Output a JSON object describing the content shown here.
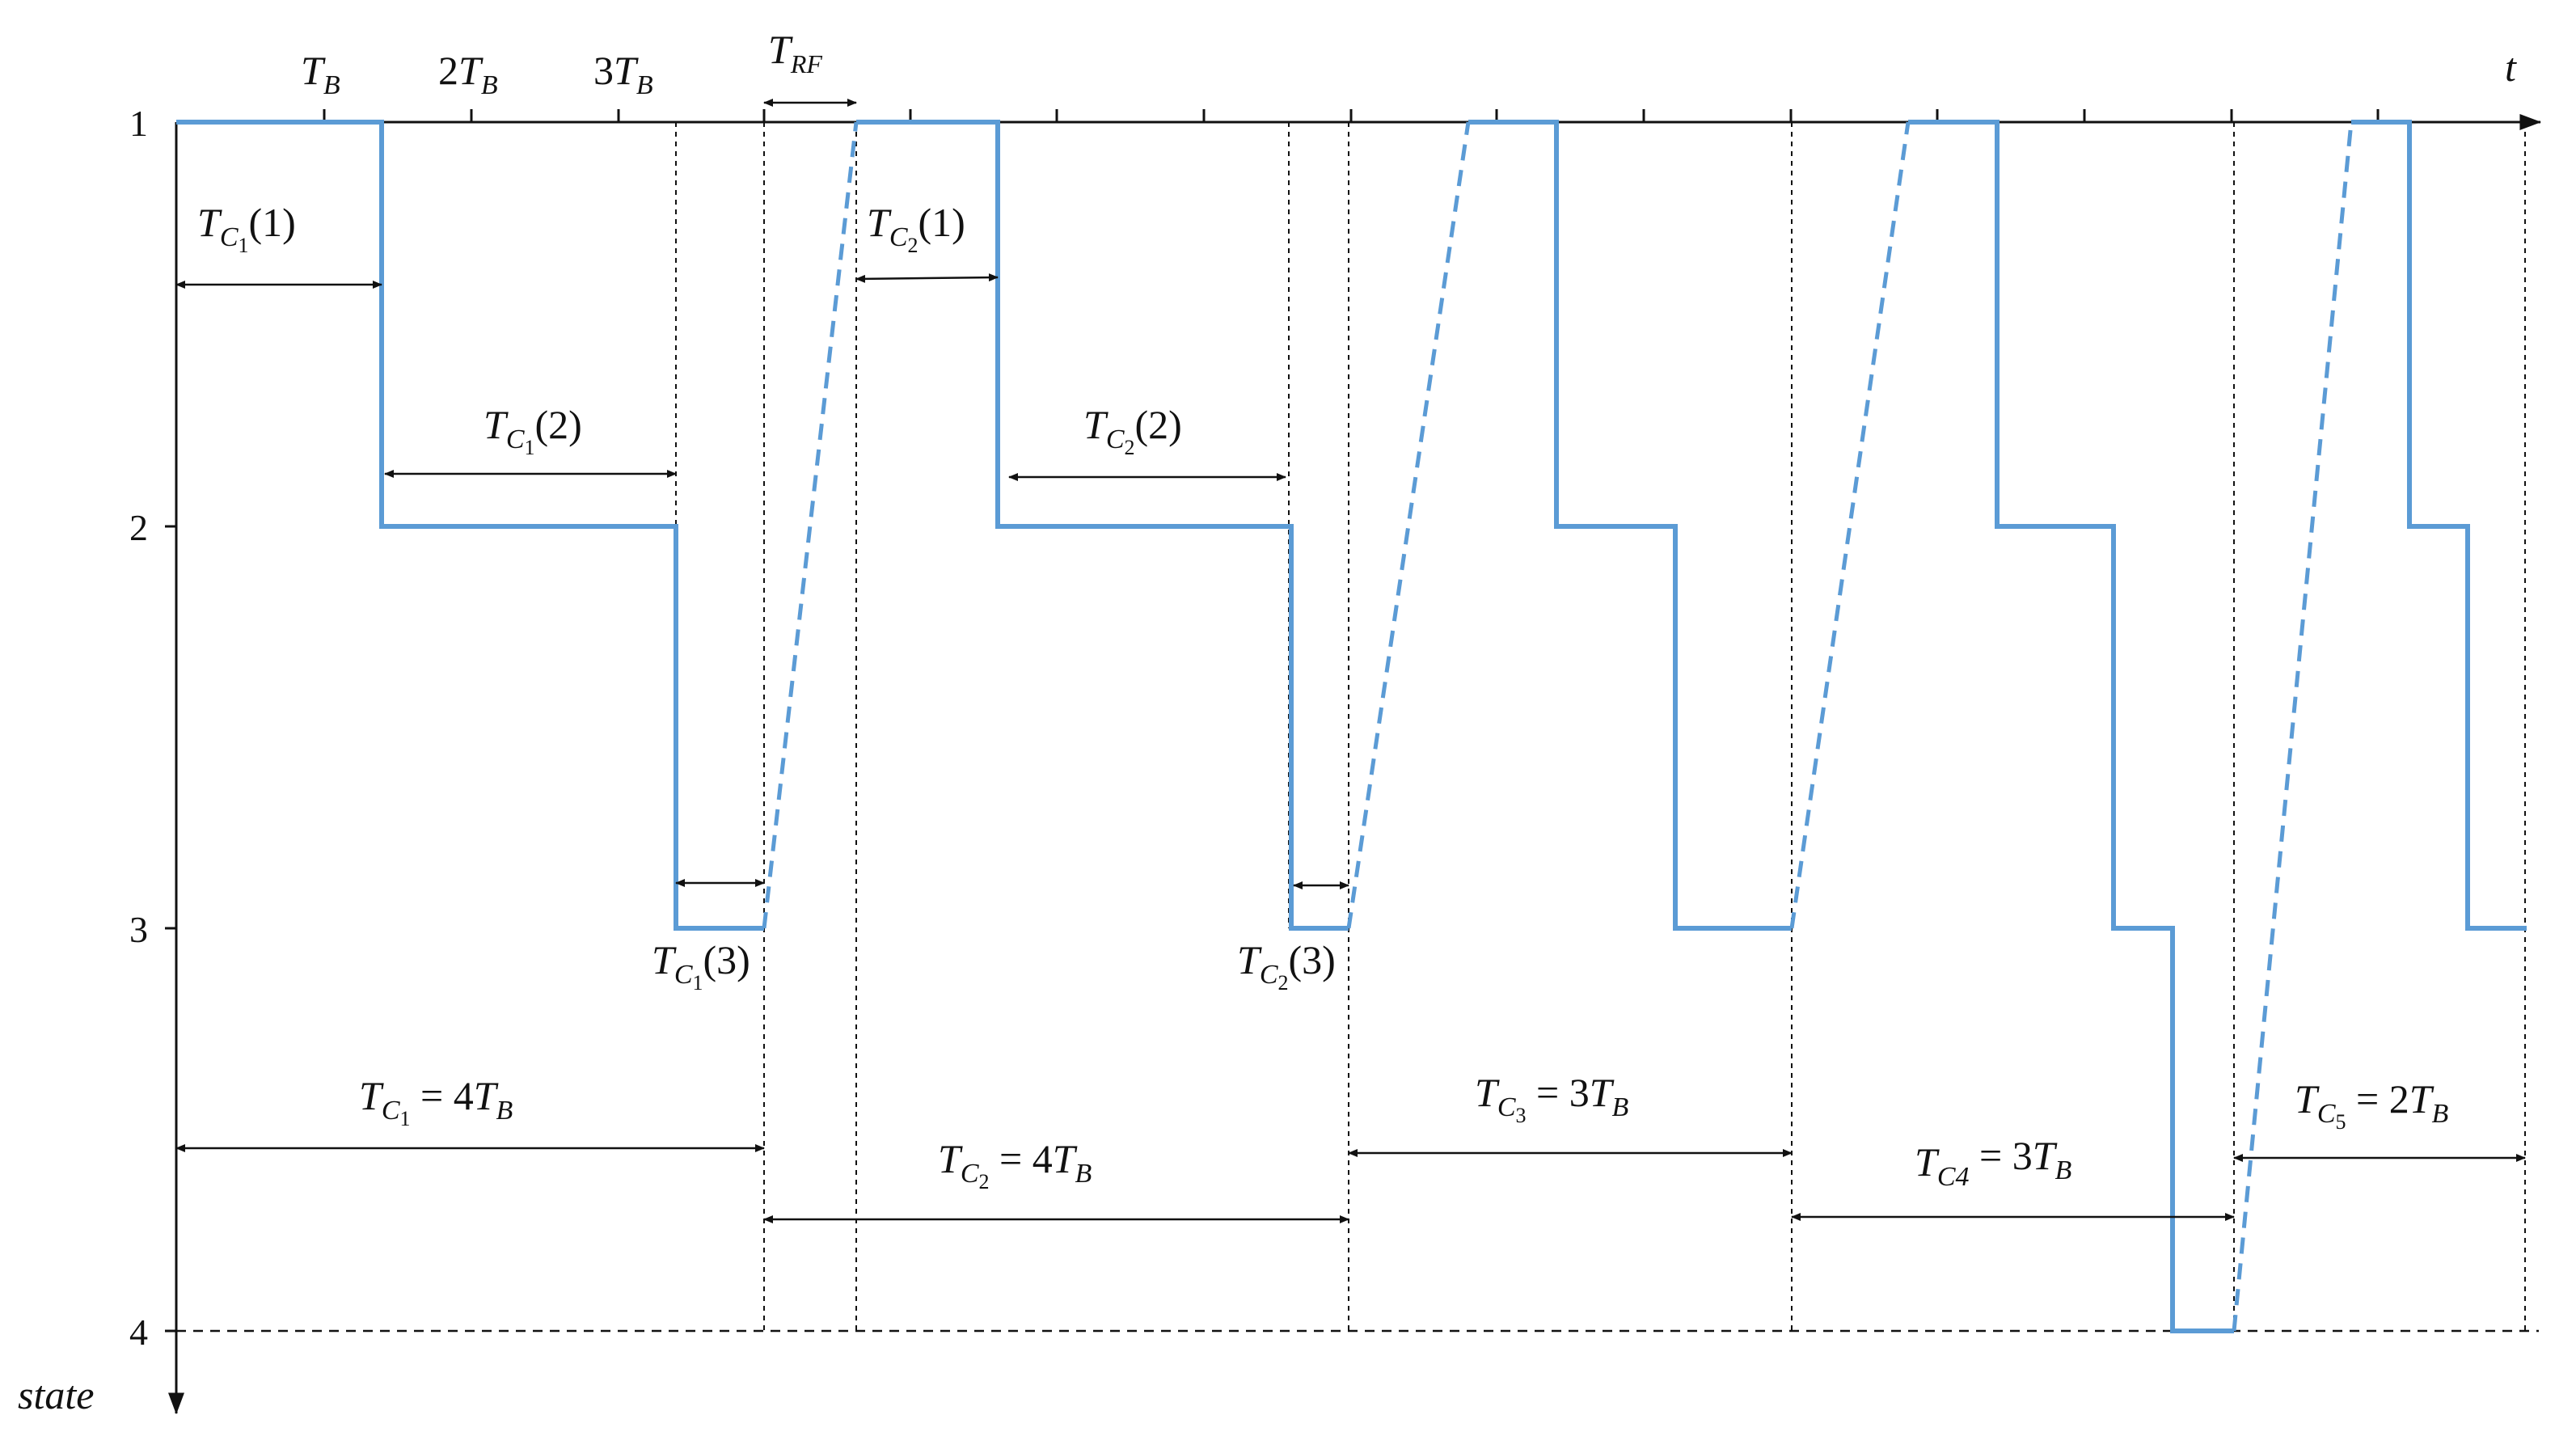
{
  "colors": {
    "signal": "#5b9bd5",
    "axis": "#111111",
    "dashed": "#111111"
  },
  "axes": {
    "x_label": "t",
    "y_label": "state",
    "y_ticks": [
      "1",
      "2",
      "3",
      "4"
    ],
    "top_ticks": [
      {
        "coef": "",
        "sub": "B"
      },
      {
        "coef": "2",
        "sub": "B"
      },
      {
        "coef": "3",
        "sub": "B"
      }
    ]
  },
  "labels": {
    "trf": {
      "main": "T",
      "sub": "RF"
    },
    "tc1_1": {
      "main": "T",
      "sub": "C",
      "subsub": "1",
      "arg": "(1)"
    },
    "tc1_2": {
      "main": "T",
      "sub": "C",
      "subsub": "1",
      "arg": "(2)"
    },
    "tc1_3": {
      "main": "T",
      "sub": "C",
      "subsub": "1",
      "arg": "(3)"
    },
    "tc2_1": {
      "main": "T",
      "sub": "C",
      "subsub": "2",
      "arg": "(1)"
    },
    "tc2_2": {
      "main": "T",
      "sub": "C",
      "subsub": "2",
      "arg": "(2)"
    },
    "tc2_3": {
      "main": "T",
      "sub": "C",
      "subsub": "2",
      "arg": "(3)"
    }
  },
  "periods": [
    {
      "main": "T",
      "sub": "C",
      "subsub": "1",
      "eq": " = 4",
      "tb": "T",
      "tbsub": "B"
    },
    {
      "main": "T",
      "sub": "C",
      "subsub": "2",
      "eq": " = 4",
      "tb": "T",
      "tbsub": "B"
    },
    {
      "main": "T",
      "sub": "C",
      "subsub": "3",
      "eq": " = 3",
      "tb": "T",
      "tbsub": "B"
    },
    {
      "main": "T",
      "sub": "C4",
      "subsub": "",
      "eq": " = 3",
      "tb": "T",
      "tbsub": "B"
    },
    {
      "main": "T",
      "sub": "C",
      "subsub": "5",
      "eq": " = 2",
      "tb": "T",
      "tbsub": "B"
    }
  ]
}
